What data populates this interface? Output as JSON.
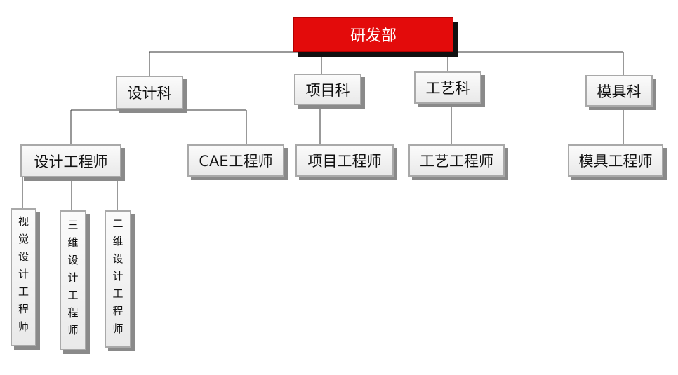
{
  "colors": {
    "root_fill": "#e30b0b",
    "root_text": "#ffffff",
    "node_border": "#a9a9a9",
    "line": "#333333"
  },
  "nodes": {
    "root": "研发部",
    "design_section": "设计科",
    "project_section": "项目科",
    "process_section": "工艺科",
    "mold_section": "模具科",
    "design_engineer": "设计工程师",
    "cae_engineer": "CAE工程师",
    "project_engineer": "项目工程师",
    "process_engineer": "工艺工程师",
    "mold_engineer": "模具工程师",
    "visual_design_engineer": "视觉设计工程师",
    "three_d_design_engineer": "三维设计工程师",
    "two_d_design_engineer": "二维设计工程师"
  }
}
